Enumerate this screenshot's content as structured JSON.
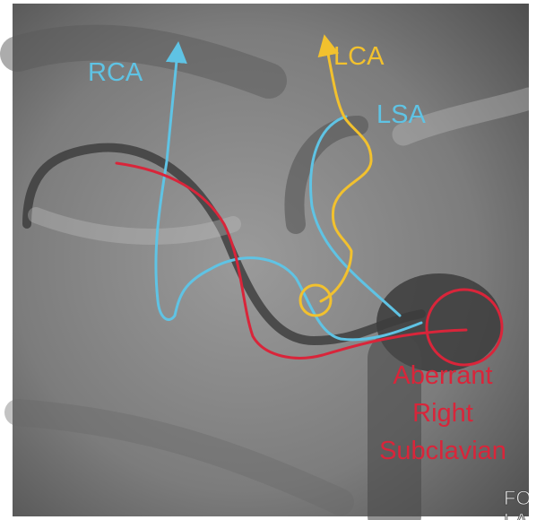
{
  "labels": {
    "rca": "RCA",
    "lca": "LCA",
    "lsa": "LSA",
    "aberrant_line1": "Aberrant",
    "aberrant_line2": "Right",
    "aberrant_line3": "Subclavian",
    "corner_line1": "FO",
    "corner_line2": "LA"
  },
  "colors": {
    "rca": "#5fc3e4",
    "lsa": "#5fc3e4",
    "lca": "#f2c12e",
    "aberrant": "#d9253a",
    "background": "#8a8a8a"
  }
}
